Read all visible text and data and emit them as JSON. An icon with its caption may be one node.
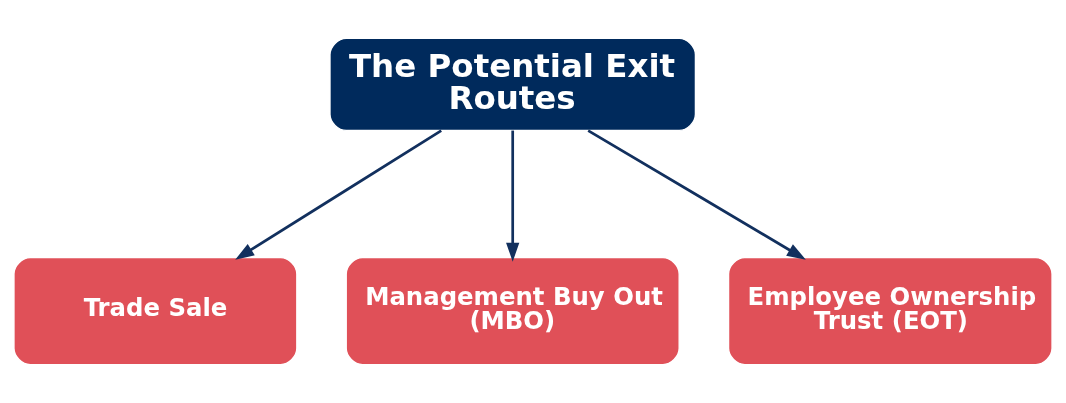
{
  "diagram": {
    "nodes": [
      {
        "text": [
          "The Potential Exit Routes"
        ]
      },
      {
        "text": [
          "Trade Sale"
        ]
      },
      {
        "text": [
          "Management Buy Out (MBO)"
        ]
      },
      {
        "text": [
          "Employee Ownership Trust (EOT)"
        ]
      }
    ],
    "edges": [
      {
        "from": 0,
        "to": 1,
        "arrow": "to"
      },
      {
        "from": 0,
        "to": 2,
        "arrow": "to"
      },
      {
        "from": 0,
        "to": 3,
        "arrow": "to"
      }
    ]
  }
}
